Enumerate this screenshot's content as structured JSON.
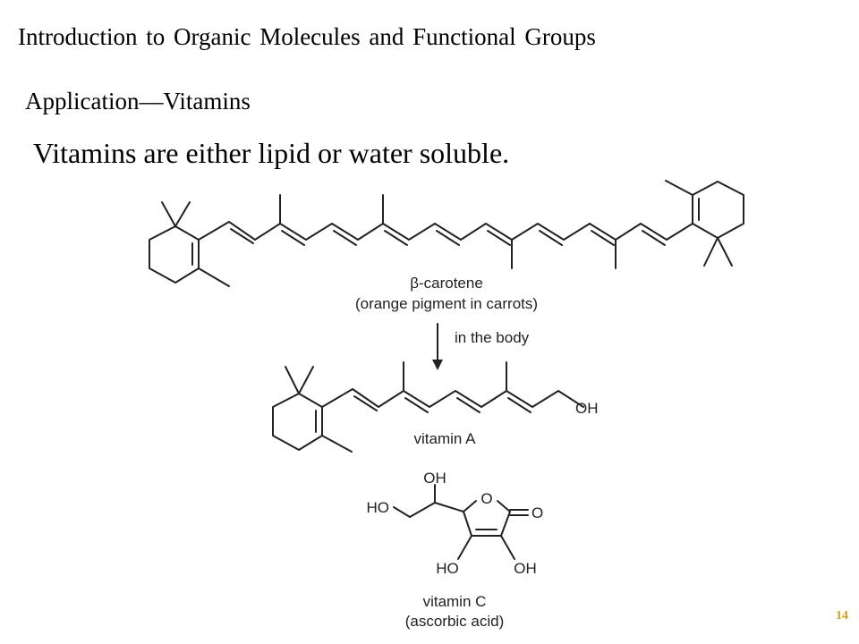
{
  "slide": {
    "title": "Introduction to Organic Molecules and Functional Groups",
    "subtitle": "Application—Vitamins",
    "statement": "Vitamins are either lipid or water soluble.",
    "page_number": "14"
  },
  "figure": {
    "beta_carotene": {
      "name": "β-carotene",
      "description": "(orange pigment in carrots)"
    },
    "conversion_label": "in the body",
    "vitamin_a": {
      "name": "vitamin A",
      "atoms": {
        "oh": "OH"
      }
    },
    "vitamin_c": {
      "name": "vitamin C",
      "description": "(ascorbic acid)",
      "atoms": {
        "oh_top": "OH",
        "ho_left": "HO",
        "ring_o": "O",
        "carbonyl_o": "O",
        "ho_bottom": "HO",
        "oh_bottom": "OH"
      }
    }
  },
  "colors": {
    "text": "#000000",
    "structure": "#222222",
    "page_number": "#d4a017"
  }
}
